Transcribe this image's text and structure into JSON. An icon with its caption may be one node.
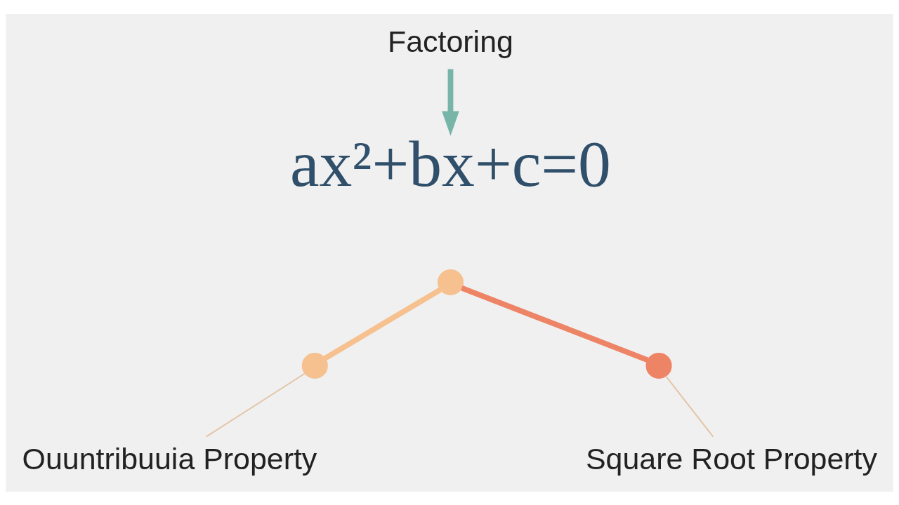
{
  "diagram": {
    "nodes": [
      {
        "text": [
          "Factoring"
        ]
      },
      {
        "text": [
          "ax²+bx+c=0"
        ]
      },
      {
        "text": [],
        "shape": "circle"
      },
      {
        "text": [],
        "shape": "circle"
      },
      {
        "text": [],
        "shape": "circle"
      },
      {
        "text": [
          "Ouuntribuuia Property"
        ]
      },
      {
        "text": [
          "Square Root Property"
        ]
      }
    ],
    "edges": [
      {
        "from": 0,
        "to": 1,
        "arrow": "to",
        "color": "#76b5a8"
      },
      {
        "from": 2,
        "to": 3,
        "arrow": "none",
        "color": "#f6c18f"
      },
      {
        "from": 2,
        "to": 4,
        "arrow": "none",
        "color": "#ee8466"
      },
      {
        "from": 3,
        "to": 5,
        "arrow": "none",
        "color": "#e3c4a6"
      },
      {
        "from": 4,
        "to": 6,
        "arrow": "none",
        "color": "#e3c4a6"
      }
    ]
  }
}
